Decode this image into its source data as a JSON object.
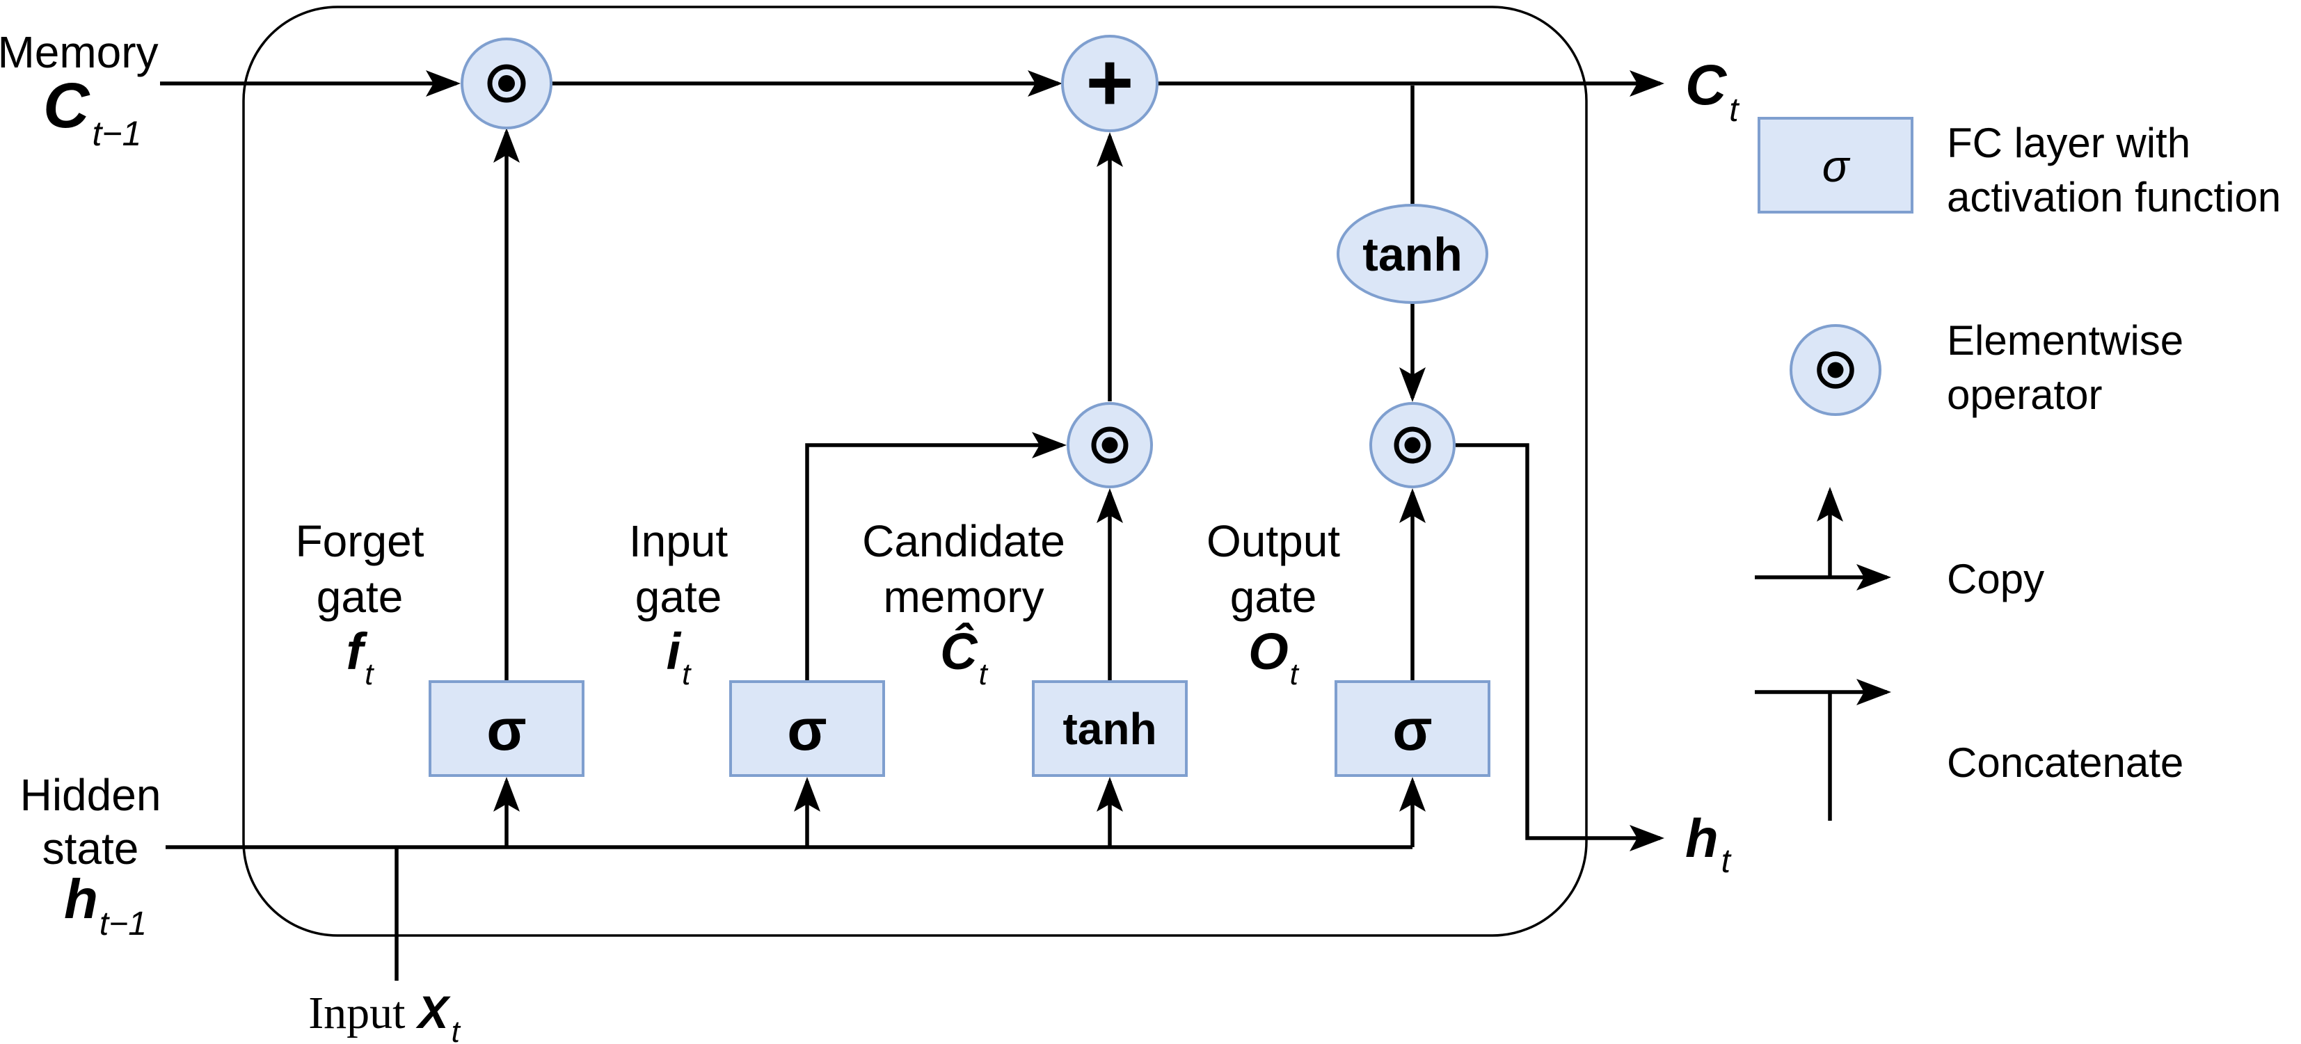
{
  "colors": {
    "node_fill": "#dbe6f7",
    "node_stroke": "#7f9fcf",
    "line": "#000000",
    "background": "#ffffff",
    "text": "#000000"
  },
  "cell": {
    "memory_input": {
      "label": "Memory",
      "symbol": "C",
      "subscript": "t−1"
    },
    "hidden_input": {
      "label_line1": "Hidden",
      "label_line2": "state",
      "symbol": "h",
      "subscript": "t−1"
    },
    "x_input": {
      "label": "Input",
      "symbol": "X",
      "subscript": "t"
    },
    "memory_output": {
      "symbol": "C",
      "subscript": "t"
    },
    "hidden_output": {
      "symbol": "h",
      "subscript": "t"
    },
    "forget_gate": {
      "line1": "Forget",
      "line2": "gate",
      "symbol": "f",
      "subscript": "t",
      "block_label": "σ"
    },
    "input_gate": {
      "line1": "Input",
      "line2": "gate",
      "symbol": "i",
      "subscript": "t",
      "block_label": "σ"
    },
    "candidate_memory": {
      "line1": "Candidate",
      "line2": "memory",
      "symbol": "Ĉ",
      "subscript": "t",
      "block_label": "tanh"
    },
    "output_gate": {
      "line1": "Output",
      "line2": "gate",
      "symbol": "O",
      "subscript": "t",
      "block_label": "σ"
    },
    "add_operator": "+",
    "tanh_node": "tanh"
  },
  "legend": {
    "fc_symbol": "σ",
    "fc_line1": "FC layer with",
    "fc_line2": "activation function",
    "elementwise_line1": "Elementwise",
    "elementwise_line2": "operator",
    "copy_label": "Copy",
    "concatenate_label": "Concatenate"
  }
}
